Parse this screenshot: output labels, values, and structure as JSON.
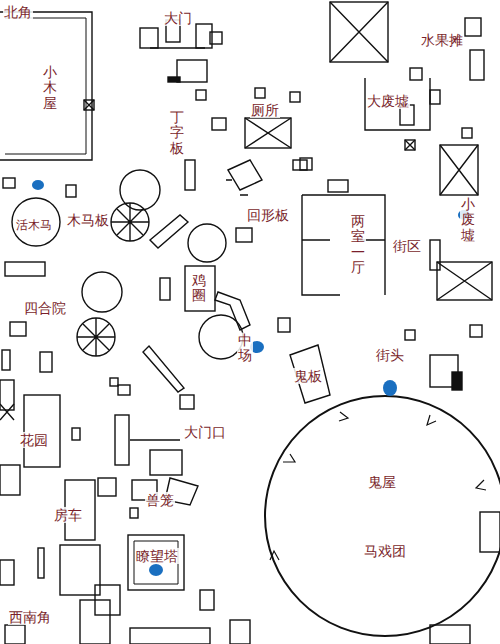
{
  "diagram": {
    "labels": [
      "北角",
      "大门",
      "水果摊",
      "小木屋",
      "丁字板",
      "厕所",
      "大废墟",
      "活木马",
      "木马板",
      "回形板",
      "两室一厅",
      "小废墟",
      "街区",
      "四合院",
      "鸡圈",
      "中场",
      "鬼板",
      "街头",
      "花园",
      "大门口",
      "鬼屋",
      "马戏团",
      "房车",
      "兽笼",
      "瞭望塔",
      "西南角"
    ]
  }
}
